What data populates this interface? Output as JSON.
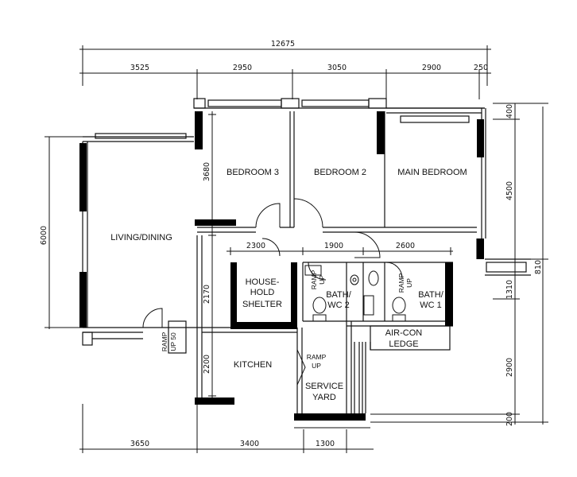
{
  "dimensions": {
    "overall_top": "12675",
    "top": [
      "3525",
      "2950",
      "3050",
      "2900",
      "250"
    ],
    "middle": [
      "2300",
      "1900",
      "2600"
    ],
    "bottom": [
      "3650",
      "3400",
      "1300"
    ],
    "left": "6000",
    "inner_left": [
      "3680",
      "2170",
      "2200"
    ],
    "right": [
      "400",
      "4500",
      "1310",
      "2900",
      "200"
    ],
    "side_mark": "810"
  },
  "rooms": {
    "bedroom3": "BEDROOM 3",
    "bedroom2": "BEDROOM 2",
    "main_bedroom": "MAIN BEDROOM",
    "living_dining": "LIVING/DINING",
    "household_shelter": [
      "HOUSE-",
      "HOLD",
      "SHELTER"
    ],
    "bath2": [
      "BATH/",
      "WC 2"
    ],
    "bath1": [
      "BATH/",
      "WC 1"
    ],
    "kitchen": "KITCHEN",
    "service_yard": [
      "SERVICE",
      "YARD"
    ],
    "aircon_ledge": [
      "AIR-CON",
      "LEDGE"
    ]
  },
  "ramps": {
    "entrance": [
      "RAMP",
      "UP 50"
    ],
    "service": [
      "RAMP",
      "UP"
    ],
    "bath2": [
      "RAMP",
      "UP"
    ],
    "bath1": [
      "RAMP",
      "UP"
    ]
  },
  "colors": {
    "line": "#111111",
    "wall": "#000000",
    "background": "#ffffff"
  }
}
